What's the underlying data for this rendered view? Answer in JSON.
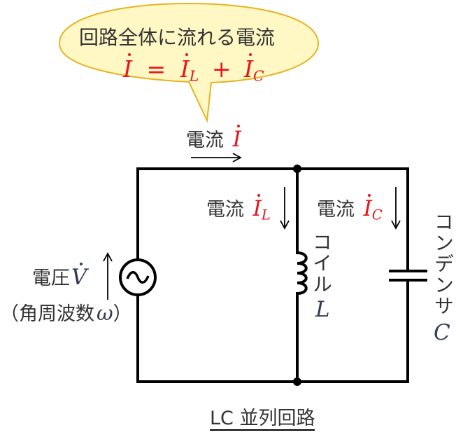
{
  "bubble": {
    "line1": "回路全体に流れる電流",
    "eq_I": "I",
    "eq_eq": "=",
    "eq_IL": "I",
    "eq_L": "L",
    "eq_plus": "+",
    "eq_IC": "I",
    "eq_C": "C",
    "fill": "#fff8c4",
    "stroke": "#e6b422"
  },
  "labels": {
    "current_total_text": "電流",
    "current_total_sym": "I",
    "current_L_text": "電流",
    "current_L_sym": "I",
    "current_L_sub": "L",
    "current_C_text": "電流",
    "current_C_sym": "I",
    "current_C_sub": "C",
    "voltage_text": "電圧",
    "voltage_sym": "V",
    "angular_freq": "（角周波数",
    "omega": "ω",
    "angular_close": "）",
    "coil_text": "コイル",
    "coil_sym": "L",
    "capacitor_text": "コンデンサ",
    "capacitor_sym": "C"
  },
  "title": "LC 並列回路",
  "colors": {
    "accent_red": "#e8141b",
    "wire": "#000000",
    "text": "#333333"
  }
}
